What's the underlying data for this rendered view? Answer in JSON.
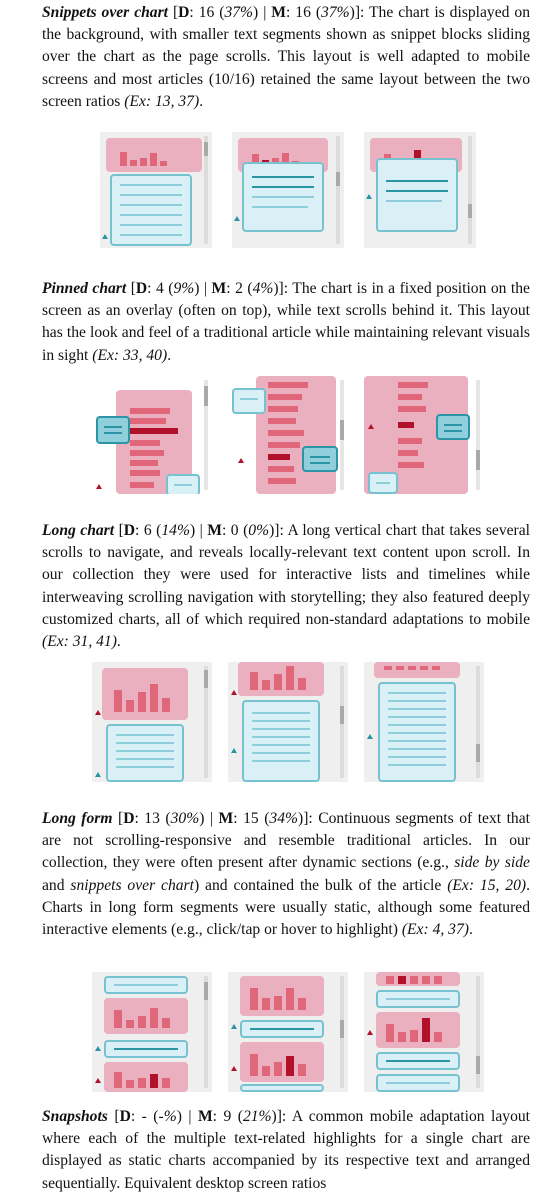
{
  "sections": [
    {
      "id": "snippets",
      "term": "Snippets over chart",
      "stats_open": " [",
      "d_label": "D",
      "d_value": ": 16 (",
      "d_pct": "37%",
      "d_close": ") | ",
      "m_label": "M",
      "m_value": ": 16 (",
      "m_pct": "37%",
      "m_close": ")]: ",
      "body": "The chart is displayed on the background, with smaller text segments shown as snippet blocks sliding over the chart as the page scrolls. This layout is well adapted to mobile screens and most articles (10/16) retained the same layout between the two screen ratios ",
      "examples": "(Ex: 13, 37)",
      "tail": "."
    },
    {
      "id": "pinned",
      "term": "Pinned chart",
      "stats_open": " [",
      "d_label": "D",
      "d_value": ": 4 (",
      "d_pct": "9%",
      "d_close": ") | ",
      "m_label": "M",
      "m_value": ": 2 (",
      "m_pct": "4%",
      "m_close": ")]: ",
      "body": "The chart is in a fixed position on the screen as an overlay (often on top), while text scrolls behind it. This layout has the look and feel of a traditional article while maintaining relevant visuals in sight ",
      "examples": "(Ex: 33, 40)",
      "tail": "."
    },
    {
      "id": "longchart",
      "term": "Long chart",
      "stats_open": " [",
      "d_label": "D",
      "d_value": ": 6 (",
      "d_pct": "14%",
      "d_close": ") | ",
      "m_label": "M",
      "m_value": ": 0 (",
      "m_pct": "0%",
      "m_close": ")]: ",
      "body": "A long vertical chart that takes several scrolls to navigate, and reveals locally-relevant text content upon scroll. In our collection they were used for interactive lists and timelines while interweaving scrolling navigation with storytelling; they also featured deeply customized charts, all of which required non-standard adaptations to mobile ",
      "examples": "(Ex: 31, 41)",
      "tail": "."
    },
    {
      "id": "longform",
      "term": "Long form",
      "stats_open": " [",
      "d_label": "D",
      "d_value": ": 13 (",
      "d_pct": "30%",
      "d_close": ") | ",
      "m_label": "M",
      "m_value": ": 15 (",
      "m_pct": "34%",
      "m_close": ")]: ",
      "body_a": "Continuous segments of text that are not scrolling-responsive and resemble traditional articles. In our collection, they were often present after dynamic sections (e.g., ",
      "ital_a": "side by side",
      "body_b": " and ",
      "ital_b": "snippets over chart",
      "body_c": ") and contained the bulk of the article ",
      "examples": "(Ex: 15, 20)",
      "body_d": ". Charts in long form segments were usually static, although some featured interactive elements (e.g., click/tap or hover to highlight) ",
      "examples2": "(Ex: 4, 37)",
      "tail": "."
    },
    {
      "id": "snapshots",
      "term": "Snapshots",
      "stats_open": " [",
      "d_label": "D",
      "d_value": ": - (",
      "d_pct": "-%",
      "d_close": ") | ",
      "m_label": "M",
      "m_value": ": 9 (",
      "m_pct": "21%",
      "m_close": ")]: ",
      "body": "A common mobile adaptation layout where each of the multiple text-related highlights for a single chart are displayed as static charts accompanied by its respective text and arranged sequentially. Equivalent desktop screen ratios"
    }
  ],
  "colors": {
    "chart_pink": "#eab0bf",
    "bar_light": "#e0677a",
    "bar_dark": "#b2112a",
    "text_box": "#d9f0f6",
    "text_box_border": "#78c2d0",
    "text_line": "#2b95a5",
    "thumb_bg": "#efefef"
  },
  "figures": [
    {
      "name": "snippets-over-chart-illustration",
      "panels": 3
    },
    {
      "name": "pinned-chart-illustration",
      "panels": 3
    },
    {
      "name": "long-chart-illustration",
      "panels": 3
    },
    {
      "name": "long-form-illustration",
      "panels": 3
    }
  ]
}
